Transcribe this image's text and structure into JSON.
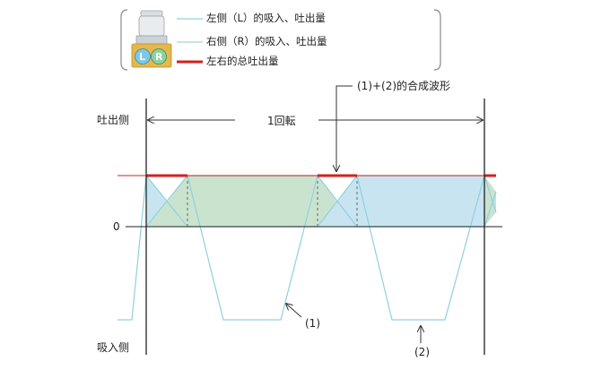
{
  "legend": {
    "items": [
      {
        "text": "左侧（L）的吸入、吐出量",
        "color": "#8fd0e0"
      },
      {
        "text": "右侧（R）的吸入、吐出量",
        "color": "#a6d8bf"
      },
      {
        "text": "左右的总吐出量",
        "color": "#d42020"
      }
    ],
    "pump_letters": {
      "left": "L",
      "right": "R"
    }
  },
  "labels": {
    "discharge_side": "吐出侧",
    "zero": "0",
    "suction_side": "吸入侧",
    "one_revolution": "1回転",
    "composite": "(1)+(2)的合成波形",
    "curve1": "(1)",
    "curve2": "(2)"
  },
  "colors": {
    "curve": "#8fd0e0",
    "fill_left": "#c5e3f0",
    "fill_right": "#c7e2cc",
    "total": "#d42020",
    "bracket": "#888888",
    "pump_body": "#e6b84c",
    "pump_glass": "#e8ecef",
    "pump_circle_l": "#7cc8e8",
    "pump_circle_r": "#8ed0a0"
  }
}
